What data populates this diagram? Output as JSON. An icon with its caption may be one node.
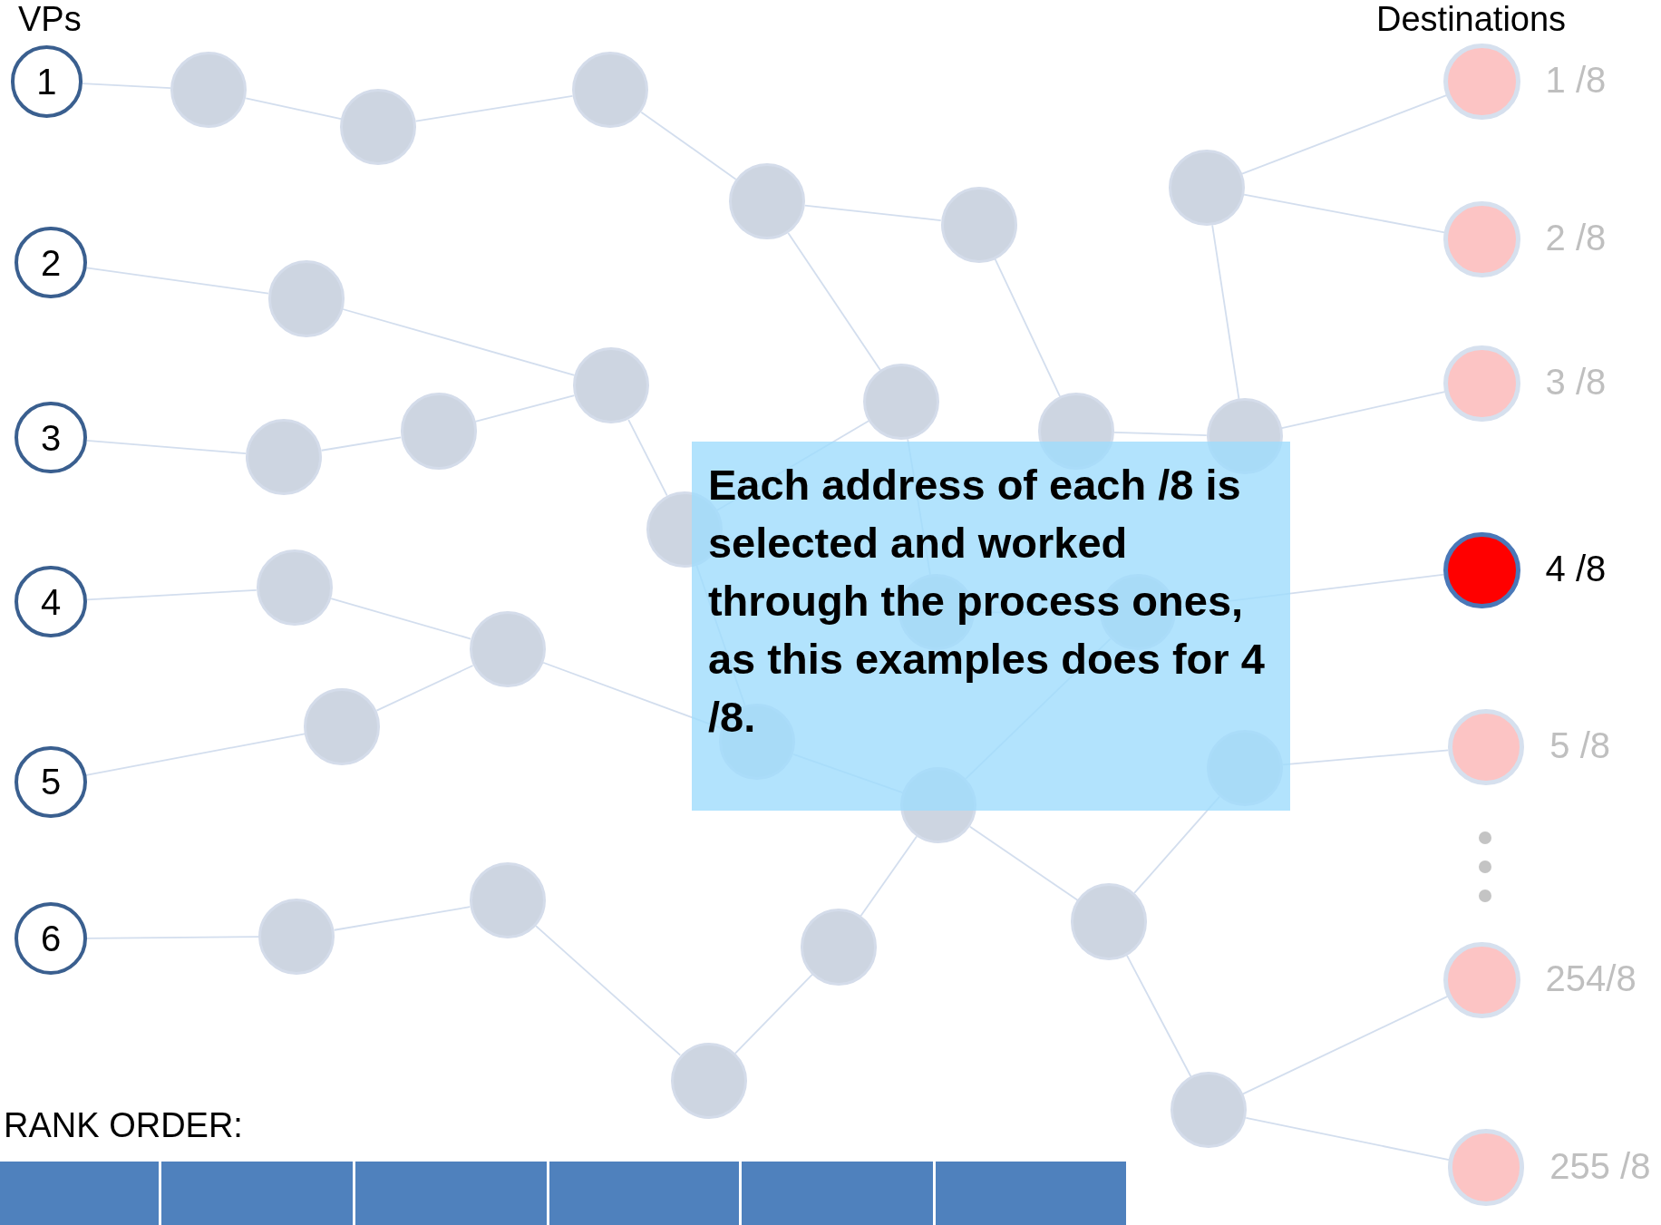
{
  "diagram": {
    "nodes": [
      {
        "text": [
          "1"
        ]
      },
      {
        "text": [
          "2"
        ]
      },
      {
        "text": [
          "3"
        ]
      },
      {
        "text": [
          "4"
        ]
      },
      {
        "text": [
          "5"
        ]
      },
      {
        "text": [
          "6"
        ]
      },
      {
        "text": [],
        "shape": "circle"
      },
      {
        "text": [],
        "shape": "circle"
      },
      {
        "text": [],
        "shape": "circle"
      },
      {
        "text": [],
        "shape": "circle"
      },
      {
        "text": [],
        "shape": "circle"
      },
      {
        "text": [],
        "shape": "circle"
      },
      {
        "text": [],
        "shape": "circle"
      },
      {
        "text": [],
        "shape": "circle"
      },
      {
        "text": [],
        "shape": "circle"
      },
      {
        "text": [],
        "shape": "circle"
      },
      {
        "text": [],
        "shape": "circle"
      },
      {
        "text": [],
        "shape": "circle"
      },
      {
        "text": [],
        "shape": "circle"
      },
      {
        "text": [],
        "shape": "circle"
      },
      {
        "text": [],
        "shape": "circle"
      },
      {
        "text": [],
        "shape": "circle"
      },
      {
        "text": [],
        "shape": "circle"
      },
      {
        "text": [],
        "shape": "circle"
      },
      {
        "text": [],
        "shape": "circle"
      },
      {
        "text": [],
        "shape": "circle"
      },
      {
        "text": [],
        "shape": "circle"
      },
      {
        "text": [],
        "shape": "circle"
      },
      {
        "text": [],
        "shape": "circle"
      },
      {
        "text": [],
        "shape": "circle"
      },
      {
        "text": [],
        "shape": "circle"
      },
      {
        "text": [],
        "shape": "circle"
      },
      {
        "text": [],
        "shape": "circle"
      },
      {
        "text": [],
        "shape": "circle"
      },
      {
        "text": [],
        "shape": "circle",
        "beside": [
          "1 /8"
        ]
      },
      {
        "text": [],
        "shape": "circle",
        "beside": [
          "2 /8"
        ]
      },
      {
        "text": [],
        "shape": "circle",
        "beside": [
          "3 /8"
        ]
      },
      {
        "text": [],
        "shape": "circle",
        "beside": [
          "4 /8"
        ]
      },
      {
        "text": [],
        "shape": "circle",
        "beside": [
          "5 /8"
        ]
      },
      {
        "text": [],
        "shape": "circle",
        "beside": [
          "254/8"
        ]
      },
      {
        "text": [],
        "shape": "circle",
        "beside": [
          "255 /8"
        ]
      }
    ],
    "edges": [
      {
        "from": 0,
        "to": 6,
        "arrow": "none"
      },
      {
        "from": 6,
        "to": 7,
        "arrow": "none"
      },
      {
        "from": 7,
        "to": 8,
        "arrow": "none"
      },
      {
        "from": 8,
        "to": 9,
        "arrow": "none"
      },
      {
        "from": 9,
        "to": 10,
        "arrow": "none"
      },
      {
        "from": 9,
        "to": 16,
        "arrow": "none"
      },
      {
        "from": 10,
        "to": 17,
        "arrow": "none"
      },
      {
        "from": 17,
        "to": 18,
        "arrow": "none"
      },
      {
        "from": 11,
        "to": 18,
        "arrow": "none"
      },
      {
        "from": 11,
        "to": 34,
        "arrow": "none"
      },
      {
        "from": 11,
        "to": 35,
        "arrow": "none"
      },
      {
        "from": 18,
        "to": 36,
        "arrow": "none"
      },
      {
        "from": 1,
        "to": 12,
        "arrow": "none"
      },
      {
        "from": 12,
        "to": 13,
        "arrow": "none"
      },
      {
        "from": 13,
        "to": 15,
        "arrow": "none"
      },
      {
        "from": 15,
        "to": 14,
        "arrow": "none"
      },
      {
        "from": 14,
        "to": 2,
        "arrow": "none"
      },
      {
        "from": 13,
        "to": 19,
        "arrow": "none"
      },
      {
        "from": 16,
        "to": 19,
        "arrow": "none"
      },
      {
        "from": 19,
        "to": 25,
        "arrow": "none"
      },
      {
        "from": 16,
        "to": 22,
        "arrow": "none"
      },
      {
        "from": 22,
        "to": 23,
        "arrow": "none"
      },
      {
        "from": 23,
        "to": 37,
        "arrow": "none"
      },
      {
        "from": 23,
        "to": 26,
        "arrow": "none"
      },
      {
        "from": 21,
        "to": 25,
        "arrow": "none"
      },
      {
        "from": 25,
        "to": 26,
        "arrow": "none"
      },
      {
        "from": 26,
        "to": 28,
        "arrow": "none"
      },
      {
        "from": 28,
        "to": 27,
        "arrow": "none"
      },
      {
        "from": 27,
        "to": 38,
        "arrow": "none"
      },
      {
        "from": 28,
        "to": 33,
        "arrow": "none"
      },
      {
        "from": 33,
        "to": 39,
        "arrow": "none"
      },
      {
        "from": 33,
        "to": 40,
        "arrow": "none"
      },
      {
        "from": 26,
        "to": 31,
        "arrow": "none"
      },
      {
        "from": 31,
        "to": 32,
        "arrow": "none"
      },
      {
        "from": 32,
        "to": 30,
        "arrow": "none"
      },
      {
        "from": 30,
        "to": 29,
        "arrow": "none"
      },
      {
        "from": 29,
        "to": 5,
        "arrow": "none"
      },
      {
        "from": 3,
        "to": 20,
        "arrow": "none"
      },
      {
        "from": 20,
        "to": 21,
        "arrow": "none"
      },
      {
        "from": 21,
        "to": 24,
        "arrow": "none"
      },
      {
        "from": 24,
        "to": 4,
        "arrow": "none"
      }
    ],
    "labels": [
      "VPs",
      "Destinations",
      "Each address of each /8 is selected and worked through the process ones, as this examples does for 4 /8.",
      "RANK ORDER:"
    ]
  }
}
